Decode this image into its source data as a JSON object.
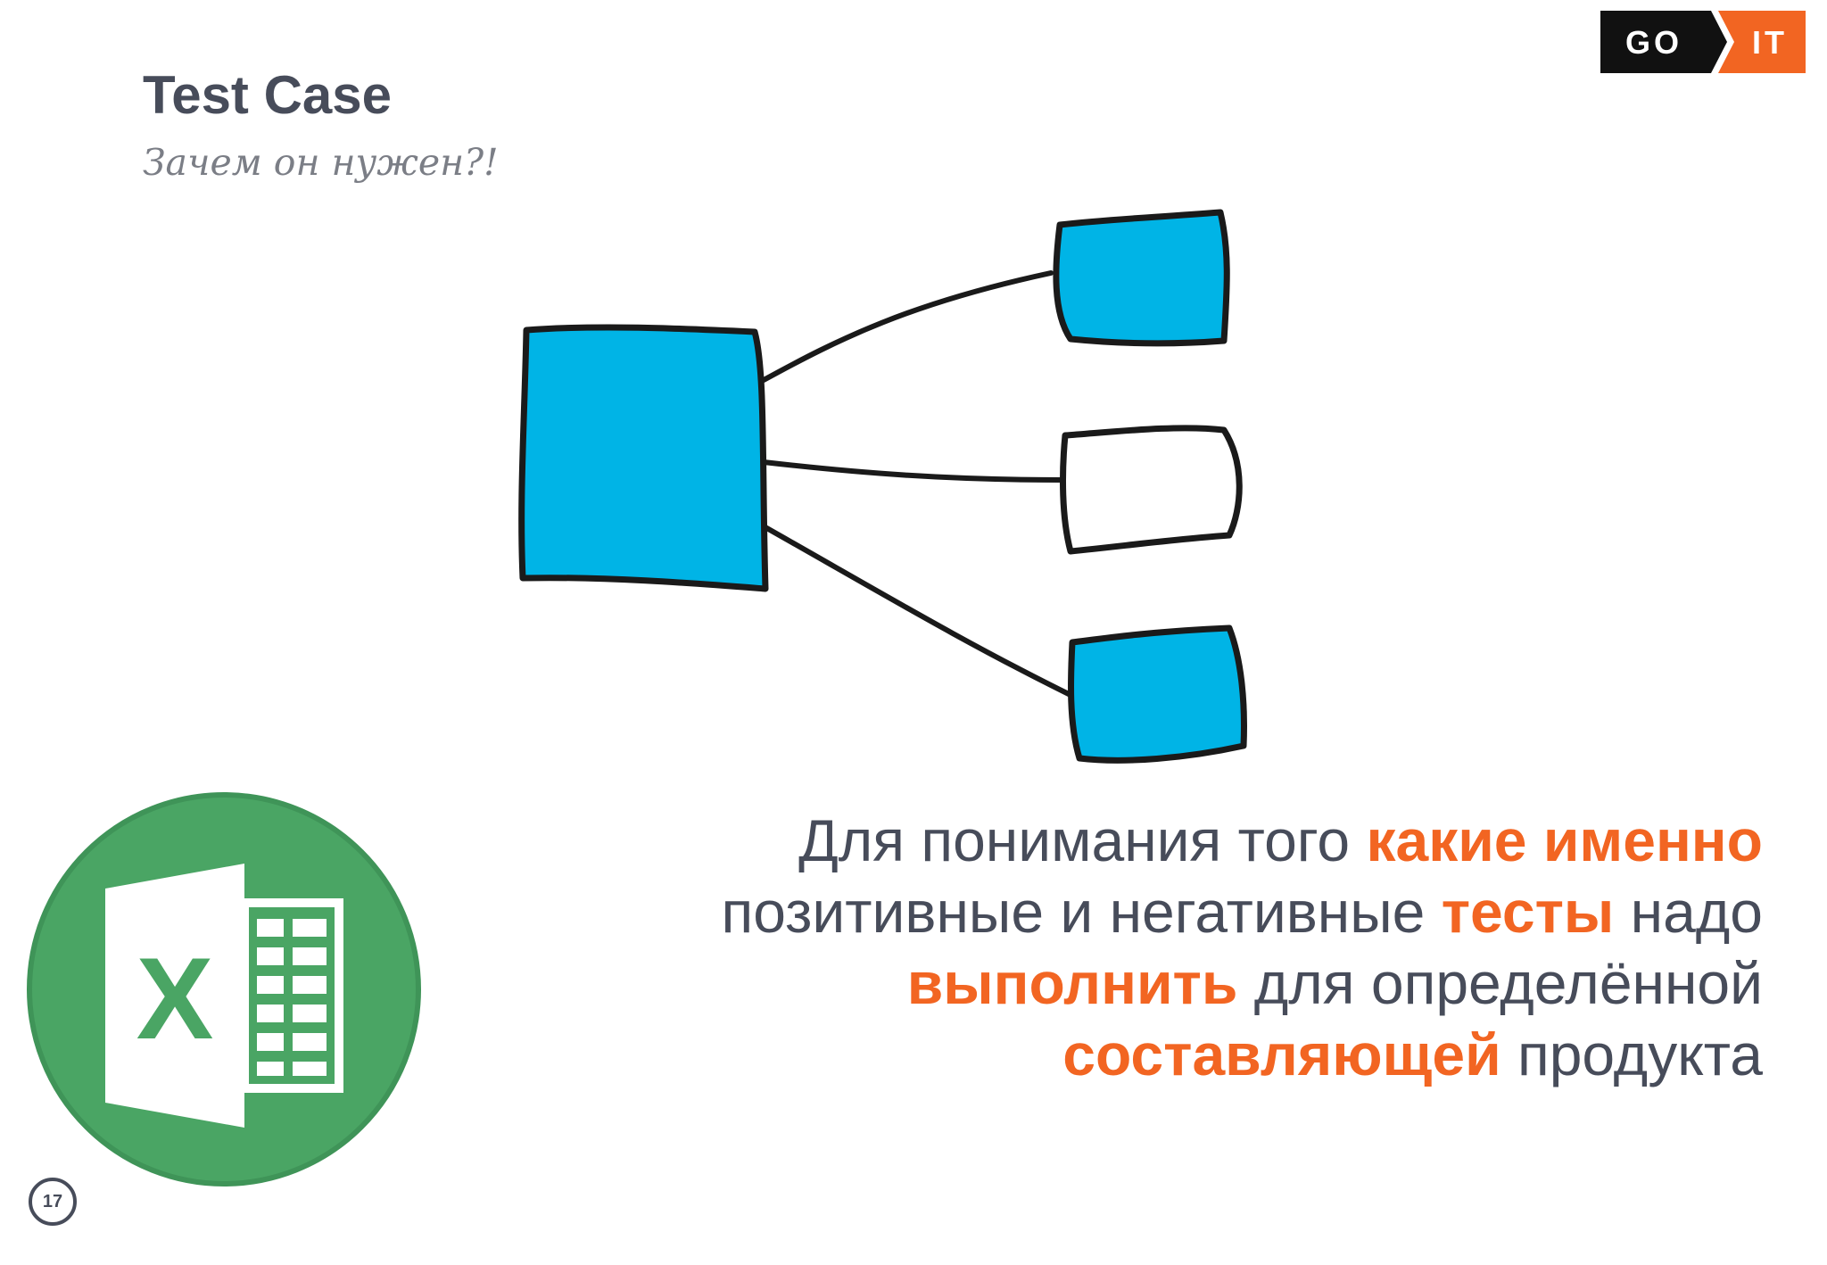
{
  "slide": {
    "title": "Test Case",
    "subtitle": "Зачем он нужен?!",
    "page_number": "17"
  },
  "logo": {
    "left_text": "GO",
    "right_text": "IT",
    "colors": {
      "dark": "#111111",
      "accent": "#f26522",
      "text": "#ffffff"
    }
  },
  "statement": {
    "segments": [
      {
        "text": "Для понимания того ",
        "highlight": false
      },
      {
        "text": "какие именно",
        "highlight": true
      },
      {
        "text": " позитивные и негативные ",
        "highlight": false
      },
      {
        "text": "тесты",
        "highlight": true
      },
      {
        "text": " надо ",
        "highlight": false
      },
      {
        "text": "выполнить",
        "highlight": true
      },
      {
        "text": " для определённой ",
        "highlight": false
      },
      {
        "text": "составляющей",
        "highlight": true
      },
      {
        "text": " продукта",
        "highlight": false
      }
    ],
    "colors": {
      "text": "#474c5a",
      "highlight": "#f26522"
    }
  },
  "diagram": {
    "description_icon": "tree-diagram-icon",
    "colors": {
      "fill": "#00b4e6",
      "stroke": "#1a1a1a",
      "empty": "#ffffff"
    },
    "children_filled": [
      true,
      false,
      true
    ]
  },
  "excel_icon": {
    "icon": "excel-icon",
    "colors": {
      "circle": "#4aa564",
      "circle_edge": "#3f9458",
      "sheet": "#ffffff",
      "glyph": "#4aa564"
    }
  }
}
